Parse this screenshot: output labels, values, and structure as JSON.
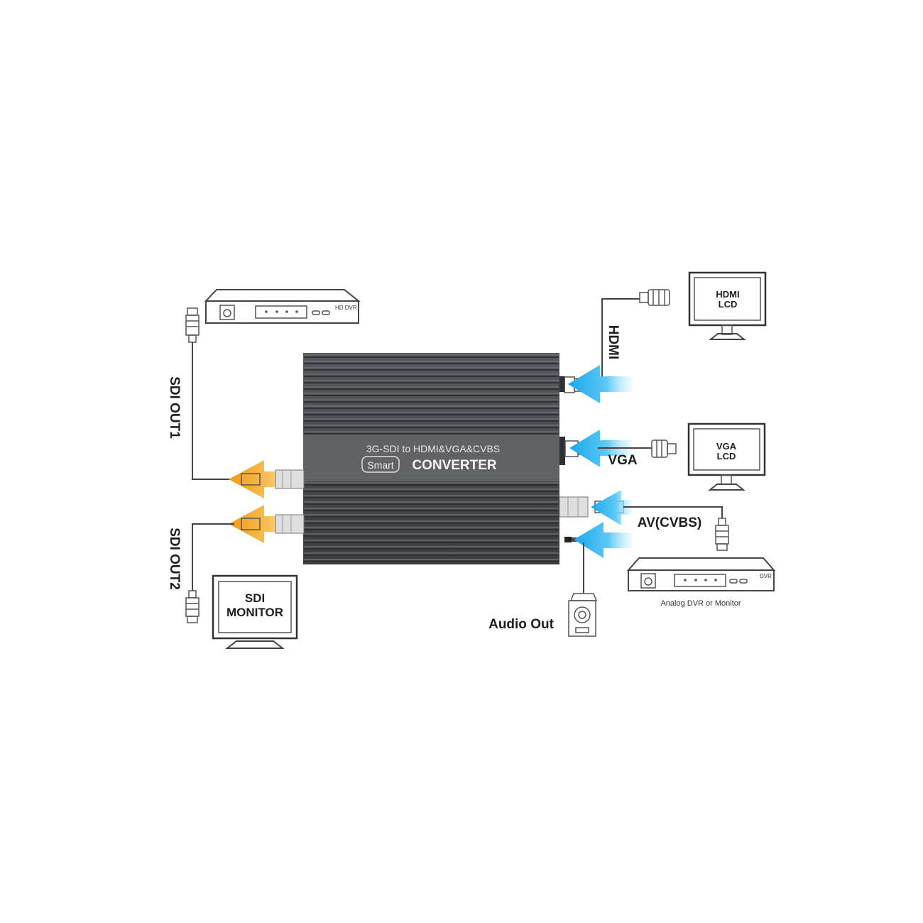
{
  "converter": {
    "line1": "3G-SDI to HDMI&VGA&CVBS",
    "badge": "Smart",
    "title": "CONVERTER"
  },
  "labels": {
    "sdi_out1": "SDI OUT1",
    "sdi_out2": "SDI OUT2",
    "hdmi": "HDMI",
    "vga": "VGA",
    "av_cvbs": "AV(CVBS)",
    "audio_out": "Audio Out"
  },
  "devices": {
    "hd_dvr": "HD DVR",
    "sdi_monitor_line1": "SDI",
    "sdi_monitor_line2": "MONITOR",
    "hdmi_lcd_line1": "HDMI",
    "hdmi_lcd_line2": "LCD",
    "vga_lcd_line1": "VGA",
    "vga_lcd_line2": "LCD",
    "dvr": "DVR",
    "analog_caption": "Analog DVR or Monitor"
  },
  "colors": {
    "converter_body": "#4a4c50",
    "sdi_arrow": "#f3a21a",
    "input_arrow": "#2fb8f0"
  }
}
